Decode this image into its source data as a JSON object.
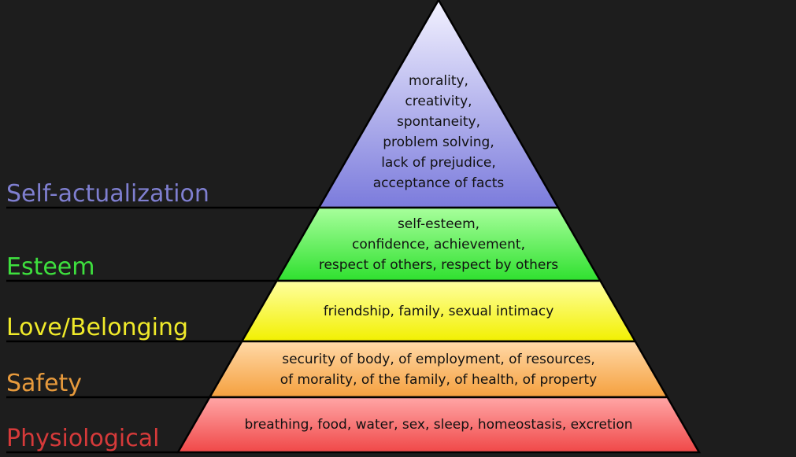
{
  "diagram": {
    "tiers": [
      {
        "label": "Self-actualization",
        "label_color": "#7f7fd0",
        "fill_top": "#f3f2ff",
        "fill_bottom": "#7b7bdc",
        "lines": [
          "morality,",
          "creativity,",
          "spontaneity,",
          "problem solving,",
          "lack of prejudice,",
          "acceptance of facts"
        ]
      },
      {
        "label": "Esteem",
        "label_color": "#3ee03e",
        "fill_top": "#a8ff9c",
        "fill_bottom": "#2fe02f",
        "lines": [
          "self-esteem,",
          "confidence, achievement,",
          "respect of others, respect by others"
        ]
      },
      {
        "label": "Love/Belonging",
        "label_color": "#f0ea2a",
        "fill_top": "#ffffa0",
        "fill_bottom": "#f2f000",
        "lines": [
          "friendship, family, sexual intimacy"
        ]
      },
      {
        "label": "Safety",
        "label_color": "#e79a3c",
        "fill_top": "#ffd9a8",
        "fill_bottom": "#f5a03e",
        "lines": [
          "security of body, of employment, of resources,",
          "of morality, of the family, of health, of property"
        ]
      },
      {
        "label": "Physiological",
        "label_color": "#d63a3a",
        "fill_top": "#ffa6a6",
        "fill_bottom": "#f04848",
        "lines": [
          "breathing, food, water, sex, sleep, homeostasis, excretion"
        ]
      }
    ]
  }
}
